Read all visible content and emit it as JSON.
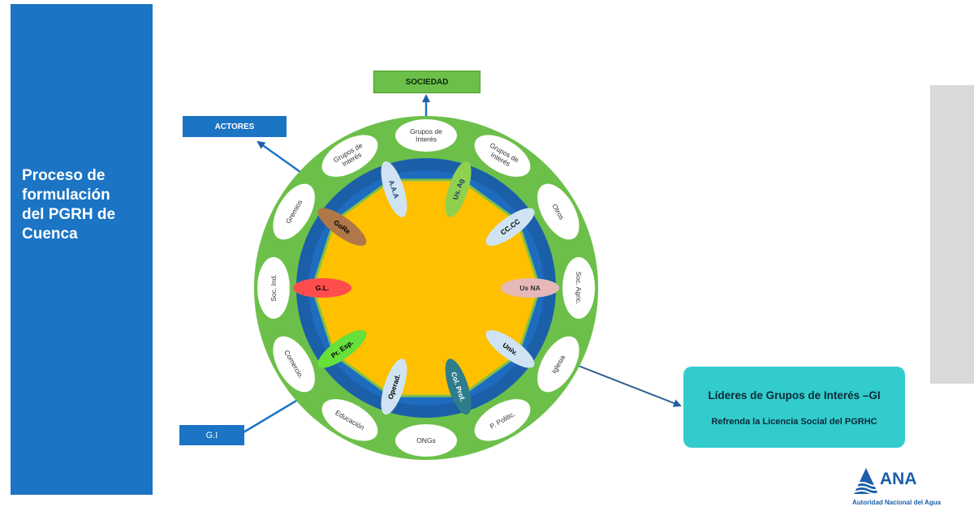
{
  "sidebar": {
    "title": "Proceso de\nformulación\ndel PGRH de\nCuenca"
  },
  "labels": {
    "sociedad": "SOCIEDAD",
    "actores": "ACTORES",
    "gi": "G.I"
  },
  "leaders": {
    "title": "Líderes  de  Grupos de Interés –GI",
    "subtitle": "Refrenda la Licencia Social del PGRHC"
  },
  "outer_ring": [
    "Grupos de\nInterés",
    "Grupos de\nInterés",
    "Otros",
    "Soc. Agric.",
    "Iglesia",
    "P. Politic.",
    "ONGs",
    "Educación",
    "Comercio.",
    "Soc. Ind.",
    "Gremios",
    "Grupos de\nInterés"
  ],
  "inner_ring": [
    "A.A.A",
    "Us. Ag",
    "CC.CC",
    "Us NA",
    "Univ.",
    "Col. Prof.",
    "Operad.",
    "Pr. Esp.",
    "G.L.",
    "GoRe"
  ],
  "logo": {
    "name": "ANA",
    "subtitle": "Autoridad Nacional del Agua"
  },
  "colors": {
    "panel_blue": "#1b74c4",
    "outer_green": "#6cc04a",
    "ring_blue": "#1b5fa8",
    "center_gold": "#ffc000",
    "teal": "#33cccc"
  }
}
